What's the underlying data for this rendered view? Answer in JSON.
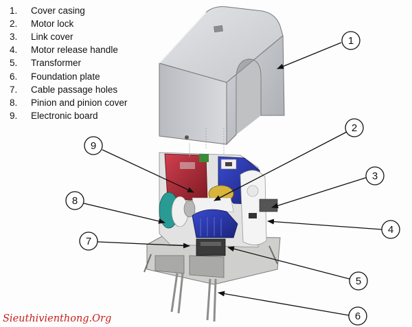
{
  "legend": [
    {
      "num": "1.",
      "label": "Cover casing"
    },
    {
      "num": "2.",
      "label": "Motor lock"
    },
    {
      "num": "3.",
      "label": "Link cover"
    },
    {
      "num": "4.",
      "label": "Motor release handle"
    },
    {
      "num": "5.",
      "label": "Transformer"
    },
    {
      "num": "6.",
      "label": "Foundation plate"
    },
    {
      "num": "7.",
      "label": "Cable passage holes"
    },
    {
      "num": "8.",
      "label": "Pinion and pinion cover"
    },
    {
      "num": "9.",
      "label": "Electronic board"
    }
  ],
  "callouts": [
    "1",
    "2",
    "3",
    "4",
    "5",
    "6",
    "7",
    "8",
    "9"
  ],
  "watermark": "Sieuthivienthong.Org",
  "colors": {
    "casing": "#c9ccd1",
    "motor_blue": "#2233a3",
    "board_red": "#b32a34",
    "pinion_teal": "#2a9a94",
    "plate": "#c7c8c6",
    "watermark": "#c8201c"
  }
}
